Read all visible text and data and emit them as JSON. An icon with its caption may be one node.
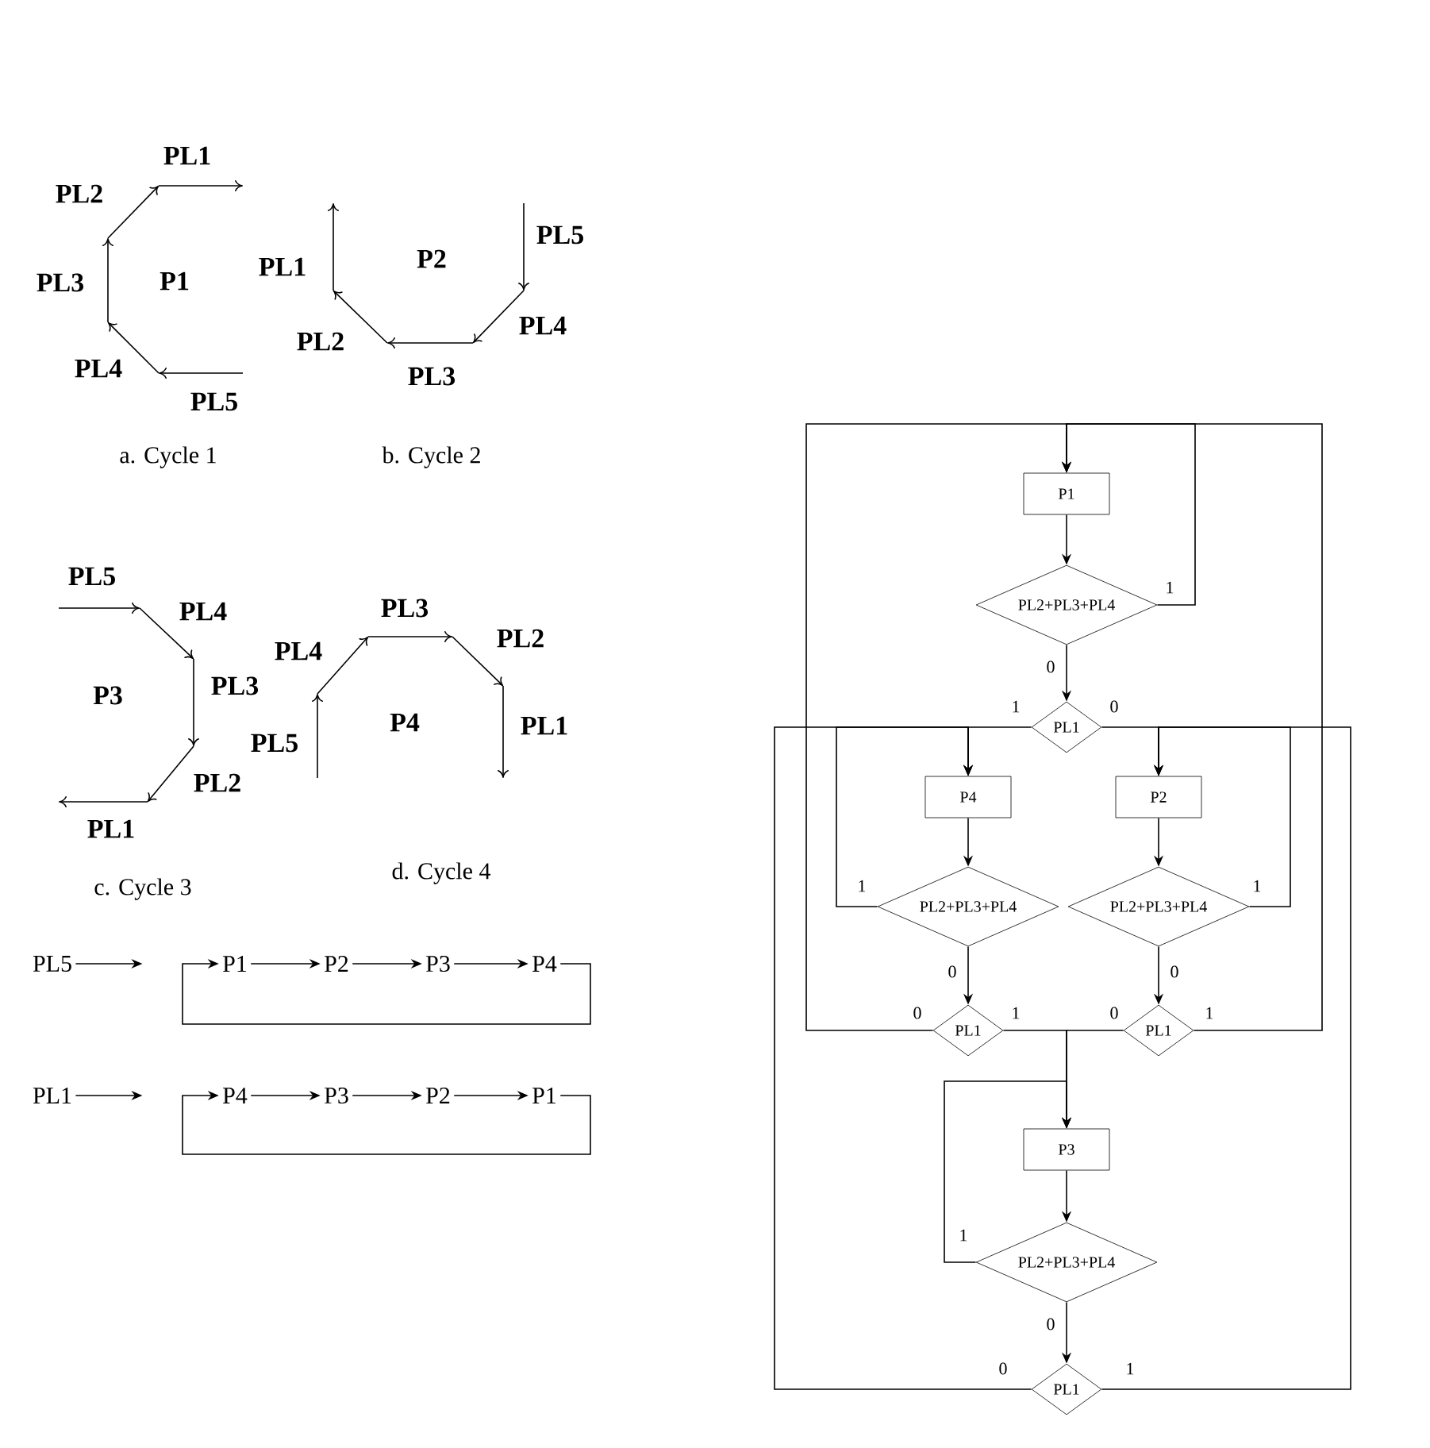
{
  "diagram": {
    "nodes": [
      {
        "text": [
          "PL5"
        ]
      },
      {
        "text": [
          "P1"
        ]
      },
      {
        "text": [
          "P2"
        ]
      },
      {
        "text": [
          "P3"
        ]
      },
      {
        "text": [
          "P4"
        ]
      },
      {
        "text": [
          "PL1"
        ]
      },
      {
        "text": [
          "P4"
        ]
      },
      {
        "text": [
          "P3"
        ]
      },
      {
        "text": [
          "P2"
        ]
      },
      {
        "text": [
          "P1"
        ]
      },
      {
        "text": [
          "P1"
        ]
      },
      {
        "text": [
          "PL2+PL3+PL4"
        ]
      },
      {
        "text": [
          "PL1"
        ]
      },
      {
        "text": [
          "P4"
        ]
      },
      {
        "text": [
          "PL2+PL3+PL4"
        ]
      },
      {
        "text": [
          "P2"
        ]
      },
      {
        "text": [
          "PL2+PL3+PL4"
        ]
      },
      {
        "text": [
          "PL1"
        ]
      },
      {
        "text": [
          "PL1"
        ]
      },
      {
        "text": [
          "P3"
        ]
      },
      {
        "text": [
          "PL2+PL3+PL4"
        ]
      },
      {
        "text": [
          "PL1"
        ]
      }
    ],
    "edges": [
      {
        "from": 0,
        "to": null,
        "arrow": "to"
      },
      {
        "from": 1,
        "to": 2,
        "arrow": "to"
      },
      {
        "from": 2,
        "to": 3,
        "arrow": "to"
      },
      {
        "from": 3,
        "to": 4,
        "arrow": "to"
      },
      {
        "from": 4,
        "to": 1,
        "arrow": "to"
      },
      {
        "from": 5,
        "to": null,
        "arrow": "to"
      },
      {
        "from": 6,
        "to": 7,
        "arrow": "to"
      },
      {
        "from": 7,
        "to": 8,
        "arrow": "to"
      },
      {
        "from": 8,
        "to": 9,
        "arrow": "to"
      },
      {
        "from": 9,
        "to": 6,
        "arrow": "to"
      },
      {
        "from": 10,
        "to": 11,
        "arrow": "to"
      },
      {
        "from": 11,
        "to": 12,
        "arrow": "to",
        "label": "0"
      },
      {
        "from": 11,
        "to": 10,
        "arrow": "to",
        "label": "1"
      },
      {
        "from": 12,
        "to": 13,
        "arrow": "to",
        "label": "1"
      },
      {
        "from": 12,
        "to": 15,
        "arrow": "to",
        "label": "0"
      },
      {
        "from": 13,
        "to": 14,
        "arrow": "to"
      },
      {
        "from": 14,
        "to": 17,
        "arrow": "to",
        "label": "0"
      },
      {
        "from": 14,
        "to": 13,
        "arrow": "to",
        "label": "1"
      },
      {
        "from": 15,
        "to": 16,
        "arrow": "to"
      },
      {
        "from": 16,
        "to": 18,
        "arrow": "to",
        "label": "0"
      },
      {
        "from": 16,
        "to": 15,
        "arrow": "to",
        "label": "1"
      },
      {
        "from": 17,
        "to": 10,
        "arrow": "to",
        "label": "0"
      },
      {
        "from": 17,
        "to": 19,
        "arrow": "to",
        "label": "1"
      },
      {
        "from": 18,
        "to": 19,
        "arrow": "to",
        "label": "0"
      },
      {
        "from": 18,
        "to": 10,
        "arrow": "to",
        "label": "1"
      },
      {
        "from": 19,
        "to": 20,
        "arrow": "to"
      },
      {
        "from": 20,
        "to": 21,
        "arrow": "to",
        "label": "0"
      },
      {
        "from": 20,
        "to": 19,
        "arrow": "to",
        "label": "1"
      },
      {
        "from": 21,
        "to": 13,
        "arrow": "to",
        "label": "0"
      },
      {
        "from": 21,
        "to": 15,
        "arrow": "to",
        "label": "1"
      }
    ],
    "labels": [
      "PL1",
      "PL2",
      "PL3",
      "P1",
      "PL4",
      "PL5",
      "PL5",
      "P2",
      "PL1",
      "PL4",
      "PL2",
      "PL3",
      "a. Cycle 1",
      "b. Cycle 2",
      "PL5",
      "PL4",
      "PL3",
      "PL4",
      "PL2",
      "P3",
      "PL3",
      "P4",
      "PL1",
      "PL5",
      "PL2",
      "PL1",
      "c. Cycle 3",
      "d. Cycle 4"
    ]
  }
}
